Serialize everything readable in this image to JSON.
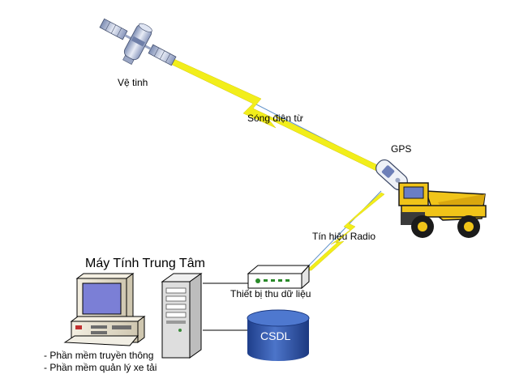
{
  "labels": {
    "satellite": "Vệ tinh",
    "em_wave": "Sóng điện từ",
    "gps": "GPS",
    "radio_signal": "Tín hiệu Radio",
    "data_receiver": "Thiết bị thu dữ liệu",
    "central_computer": "Máy Tính Trung Tâm",
    "database": "CSDL"
  },
  "software": [
    "- Phần mềm truyền thông",
    "- Phần mềm quản lý xe tải"
  ],
  "icons": [
    "satellite-icon",
    "gps-device-icon",
    "dump-truck-icon",
    "modem-icon",
    "desktop-computer-icon",
    "server-tower-icon",
    "database-cylinder-icon"
  ],
  "colors": {
    "lightning": "#f2ee1a",
    "link_line": "#5b8fc7",
    "truck_body": "#f0c419",
    "database": "#2a4fa0",
    "monitor_screen": "#7b7fd6"
  }
}
